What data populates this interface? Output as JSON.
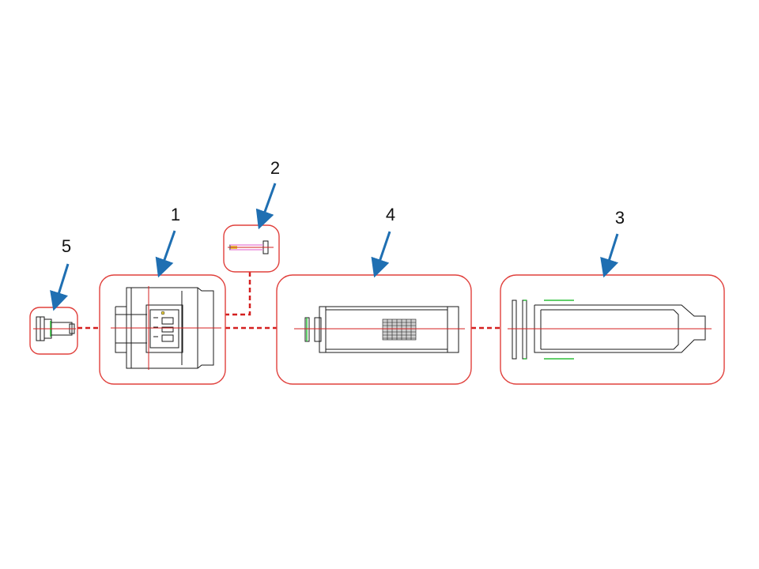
{
  "callouts": [
    {
      "id": "part-5",
      "label": "5"
    },
    {
      "id": "part-1",
      "label": "1"
    },
    {
      "id": "part-2",
      "label": "2"
    },
    {
      "id": "part-4",
      "label": "4"
    },
    {
      "id": "part-3",
      "label": "3"
    }
  ],
  "colors": {
    "frame": "#e0403c",
    "axis": "#d42020",
    "arrow": "#1f6fb2",
    "outline": "#1a1a1a",
    "seal_green": "#2fbf3a",
    "pin_pink": "#e77bd3",
    "pin_yellow": "#e8d040"
  }
}
